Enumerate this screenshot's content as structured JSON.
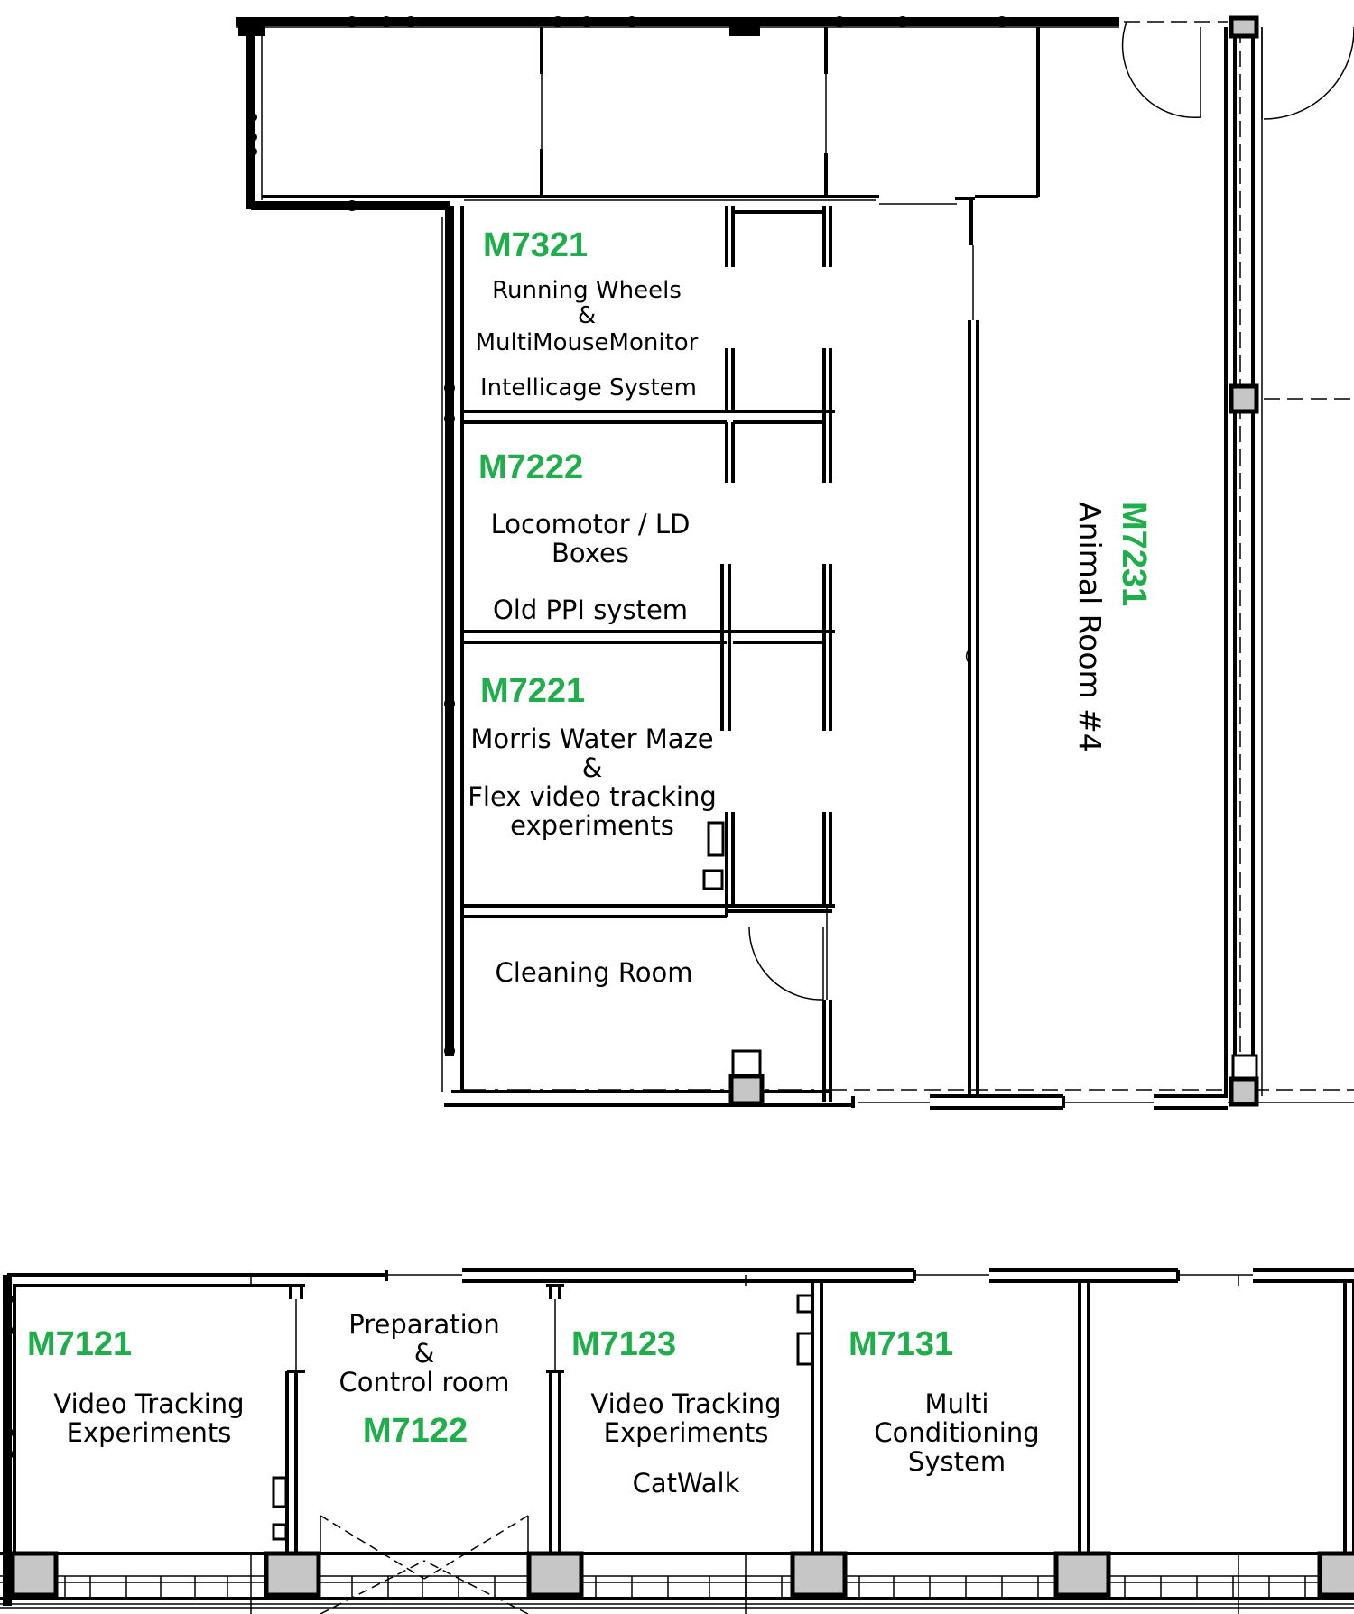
{
  "rooms": {
    "m7321": {
      "code": "M7321",
      "lines": [
        "Running Wheels",
        "&",
        "MultiMouseMonitor",
        "Intellicage System"
      ]
    },
    "m7222": {
      "code": "M7222",
      "lines": [
        "Locomotor / LD",
        "Boxes",
        "Old PPI system"
      ]
    },
    "m7221": {
      "code": "M7221",
      "lines": [
        "Morris Water Maze",
        "&",
        "Flex video tracking",
        "experiments"
      ]
    },
    "cleaning": {
      "lines": [
        "Cleaning Room"
      ]
    },
    "m7231": {
      "code": "M7231",
      "lines": [
        "Animal Room #4"
      ]
    },
    "m7121": {
      "code": "M7121",
      "lines": [
        "Video Tracking",
        "Experiments"
      ]
    },
    "m7122": {
      "code": "M7122",
      "lines": [
        "Preparation",
        "&",
        "Control room"
      ]
    },
    "m7123": {
      "code": "M7123",
      "lines": [
        "Video Tracking",
        "Experiments",
        "CatWalk"
      ]
    },
    "m7131": {
      "code": "M7131",
      "lines": [
        "Multi",
        "Conditioning",
        "System"
      ]
    }
  },
  "colors": {
    "room_code": "#1fae4b",
    "wall": "#000000",
    "column_fill": "#c6c6c6"
  }
}
